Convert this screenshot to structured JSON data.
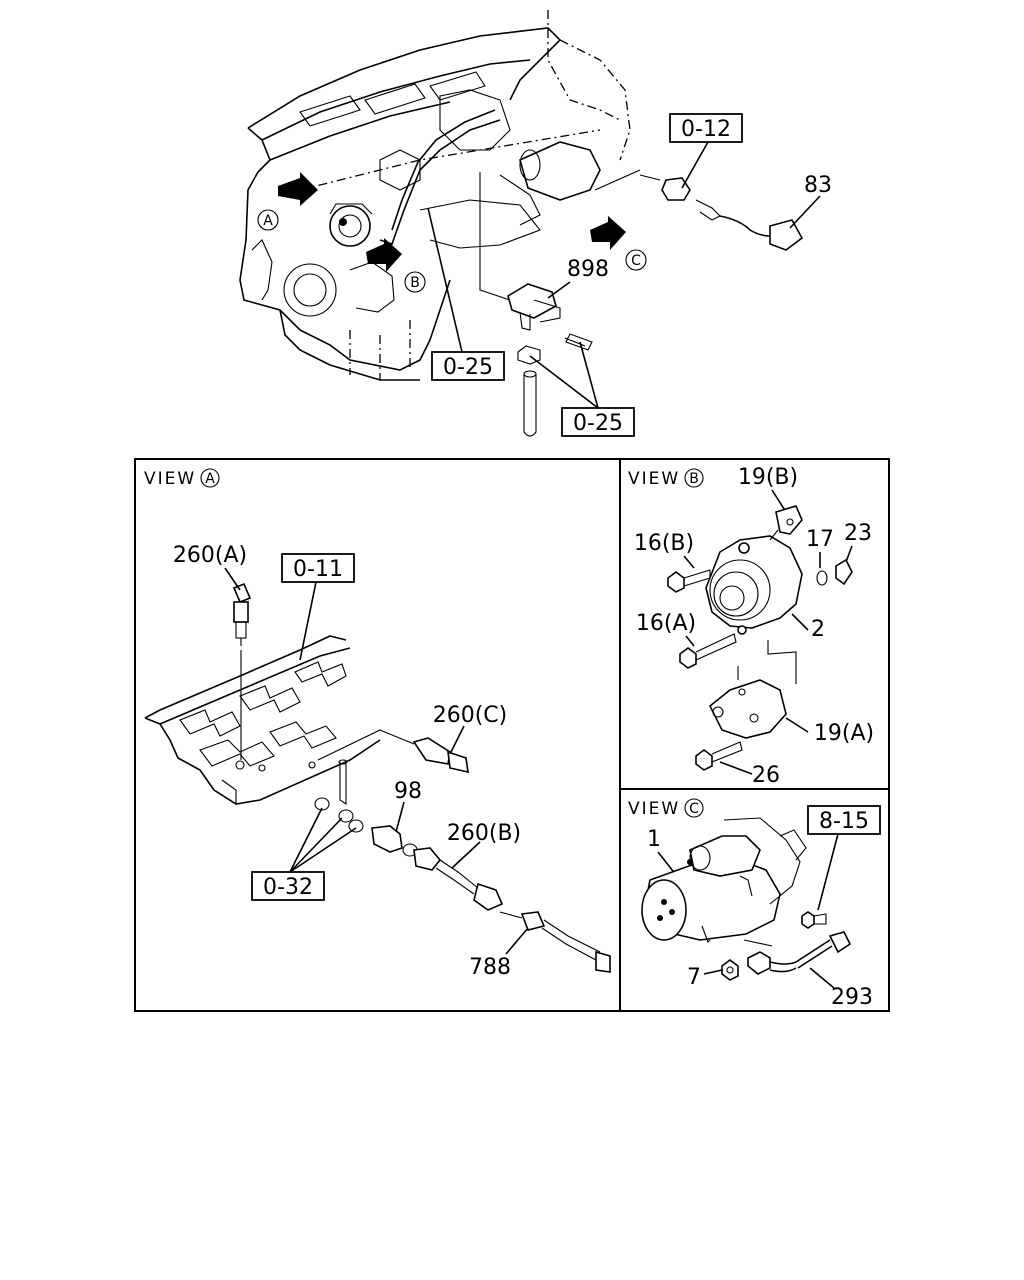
{
  "labels": {
    "ref_0_12": "0-12",
    "part_83": "83",
    "part_898": "898",
    "ref_0_25_a": "0-25",
    "ref_0_25_b": "0-25",
    "view_a_title": "VIEW",
    "view_b_title": "VIEW",
    "view_c_title": "VIEW",
    "circle_a": "A",
    "circle_b": "B",
    "circle_c": "C",
    "part_260a": "260(A)",
    "ref_0_11": "0-11",
    "part_260c": "260(C)",
    "part_98": "98",
    "part_260b": "260(B)",
    "ref_0_32": "0-32",
    "part_788": "788",
    "part_19b": "19(B)",
    "part_16b": "16(B)",
    "part_17": "17",
    "part_23": "23",
    "part_16a": "16(A)",
    "part_2": "2",
    "part_19a": "19(A)",
    "part_26": "26",
    "part_1": "1",
    "ref_8_15": "8-15",
    "part_7": "7",
    "part_293": "293"
  }
}
